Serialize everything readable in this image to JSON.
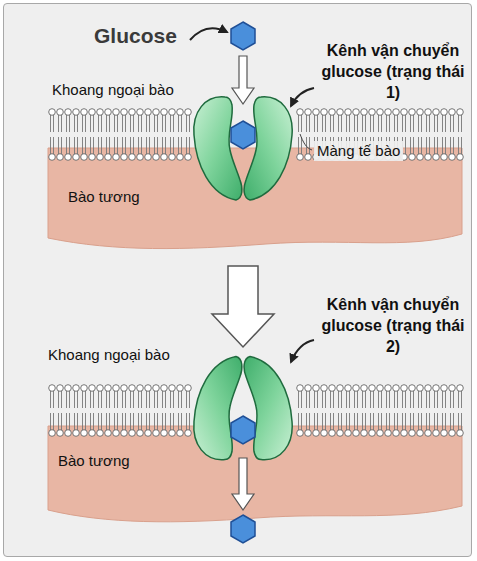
{
  "diagram": {
    "nodes": [
      {
        "text": [
          "Bào tương"
        ]
      },
      {
        "text": [
          "Bào tương"
        ]
      }
    ],
    "labels": [
      "Glucose",
      "Kênh vận chuyển glucose (trạng thái 1)",
      "Khoang ngoại bào",
      "Màng tế bào",
      "Kênh vận chuyển glucose (trạng thái 2)",
      "Khoang ngoại bào"
    ]
  }
}
